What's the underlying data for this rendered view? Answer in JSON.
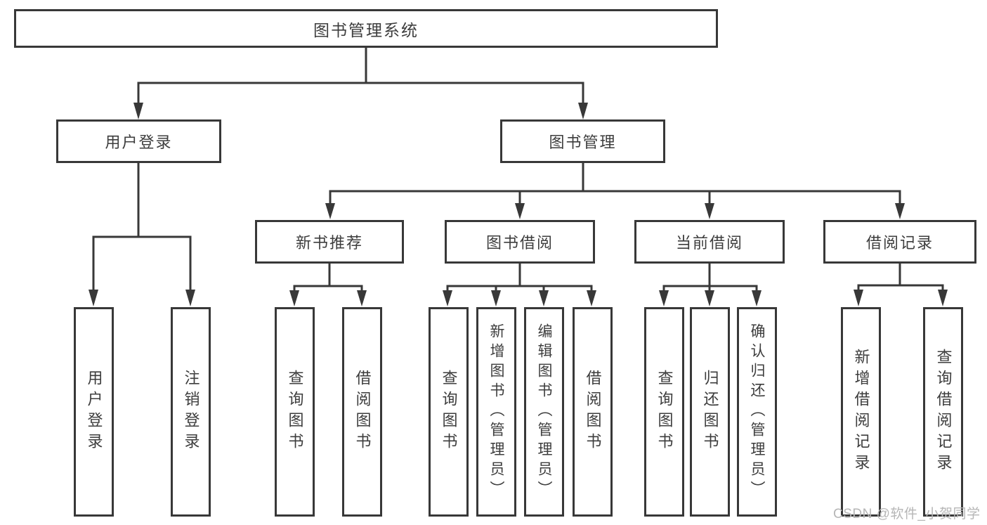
{
  "colors": {
    "line": "#383838",
    "border": "#383838",
    "text": "#3d3d3d",
    "watermark": "#b6b6b6",
    "background": "#ffffff"
  },
  "watermark": "CSDN @软件_小贺同学",
  "tree": {
    "label": "图书管理系统",
    "children": [
      {
        "label": "用户登录",
        "children": [
          {
            "label": "用户登录"
          },
          {
            "label": "注销登录"
          }
        ]
      },
      {
        "label": "图书管理",
        "children": [
          {
            "label": "新书推荐",
            "children": [
              {
                "label": "查询图书"
              },
              {
                "label": "借阅图书"
              }
            ]
          },
          {
            "label": "图书借阅",
            "children": [
              {
                "label": "查询图书"
              },
              {
                "label": "新增图书（管理员）"
              },
              {
                "label": "编辑图书（管理员）"
              },
              {
                "label": "借阅图书"
              }
            ]
          },
          {
            "label": "当前借阅",
            "children": [
              {
                "label": "查询图书"
              },
              {
                "label": "归还图书"
              },
              {
                "label": "确认归还（管理员）"
              }
            ]
          },
          {
            "label": "借阅记录",
            "children": [
              {
                "label": "新增借阅记录"
              },
              {
                "label": "查询借阅记录"
              }
            ]
          }
        ]
      }
    ]
  }
}
